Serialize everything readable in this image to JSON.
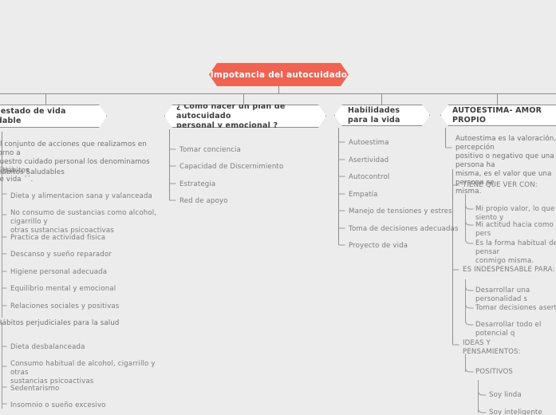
{
  "canvas": {
    "background": "#ececec",
    "accent": "#ee6352",
    "node_fill": "#ffffff",
    "node_border": "#8d8d8d",
    "text_color": "#7c7c7c",
    "heading_color": "#3d3d3d"
  },
  "root": {
    "label": "Impotancia del  autocuidado"
  },
  "branches": [
    {
      "id": "branch-vida-saludable",
      "header": "n un estado de vida saludable",
      "clipped_left": true,
      "intro": "Al conjunto de acciones que realizamos en torno a\nnuestro cuidado personal los denominamos ´´Hábitos\nde vida ´´.",
      "groups": [
        {
          "title": "Hábitos Saludables",
          "items": [
            "Dieta y alimentacion sana y valanceada",
            "No consumo de sustancias como alcohol, cigarrillo y\notras sustancias psicoactivas",
            "Practica de actividad fisica",
            "Descanso y sueño reparador",
            "Higiene personal adecuada",
            "Equilibrio mental y emocional",
            "Relaciones sociales y positivas"
          ]
        },
        {
          "title": "Hábitos perjudiciales para la salud",
          "items": [
            "Dieta desbalanceada",
            "Consumo habitual de alcohol, cigarrillo y otras\nsustancias psicoactivas",
            "Sedentarismo",
            "Insomnio o sueño excesivo"
          ]
        }
      ]
    },
    {
      "id": "branch-plan-autocuidado",
      "header": "¿ Como hacer un plan de autocuidado\npersonal y emocional ?",
      "items": [
        "Tomar conciencia",
        "Capacidad de Discernimiento",
        "Estrategia",
        "Red de apoyo"
      ]
    },
    {
      "id": "branch-habilidades",
      "header": "Habilidades para la vida",
      "items": [
        "Autoestima",
        "Asertividad",
        "Autocontrol",
        "Empatía",
        "Manejo de tensiones y estres",
        "Toma de decisiones adecuadas",
        "Proyecto de vida"
      ]
    },
    {
      "id": "branch-autoestima",
      "header": "AUTOESTIMA- AMOR PROPIO",
      "intro": "Autoestima es la valoración, percepción\npositivo o negativo que una persona ha\nmisma, es el valor que una persona se\nmisma.",
      "clipped_right": true,
      "groups": [
        {
          "title": "TIENE QUE VER CON:",
          "items": [
            "Mi propio valor, lo que siento y",
            "Mi actitud hacia como mi pers",
            "Es la forma habitual de pensar\nconmigo misma."
          ]
        },
        {
          "title": "ES INDESPENSABLE PARA:",
          "items": [
            "Desarrollar una personalidad s",
            "Tomar decisiones asertivas",
            "Desarrollar todo el potencial q"
          ]
        },
        {
          "title": "IDEAS Y\nPENSAMIENTOS:",
          "subgroups": [
            {
              "title": "POSITIVOS",
              "items": [
                "Soy linda",
                "Soy inteligente"
              ]
            }
          ]
        }
      ]
    }
  ]
}
